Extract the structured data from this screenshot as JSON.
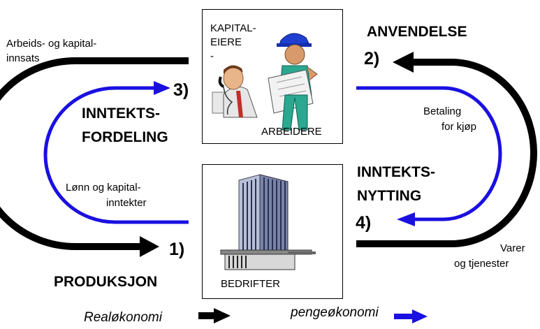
{
  "boxes": {
    "top": {
      "title_line1": "KAPITAL-",
      "title_line2": "EIERE",
      "title_line3": "-",
      "bottom_label": "ARBEIDERE"
    },
    "bottom": {
      "label": "BEDRIFTER"
    }
  },
  "left_loop": {
    "outer_label_line1": "Arbeids- og kapital-",
    "outer_label_line2": "innsats",
    "inner_label_line1": "Lønn og kapital-",
    "inner_label_line2": "inntekter",
    "step3_number": "3)",
    "step3_title_line1": "INNTEKTS-",
    "step3_title_line2": "FORDELING",
    "step1_number": "1)",
    "step1_title": "PRODUKSJON"
  },
  "right_loop": {
    "step2_title": "ANVENDELSE",
    "step2_number": "2)",
    "inner_label_line1": "Betaling",
    "inner_label_line2": "for kjøp",
    "step4_title_line1": "INNTEKTS-",
    "step4_title_line2": "NYTTING",
    "step4_number": "4)",
    "outer_label_line1": "Varer",
    "outer_label_line2": "og tjenester"
  },
  "legend": {
    "real_label": "Realøkonomi",
    "money_label": "pengeøkonomi"
  },
  "colors": {
    "real": "#000000",
    "money": "#1a10e0"
  }
}
